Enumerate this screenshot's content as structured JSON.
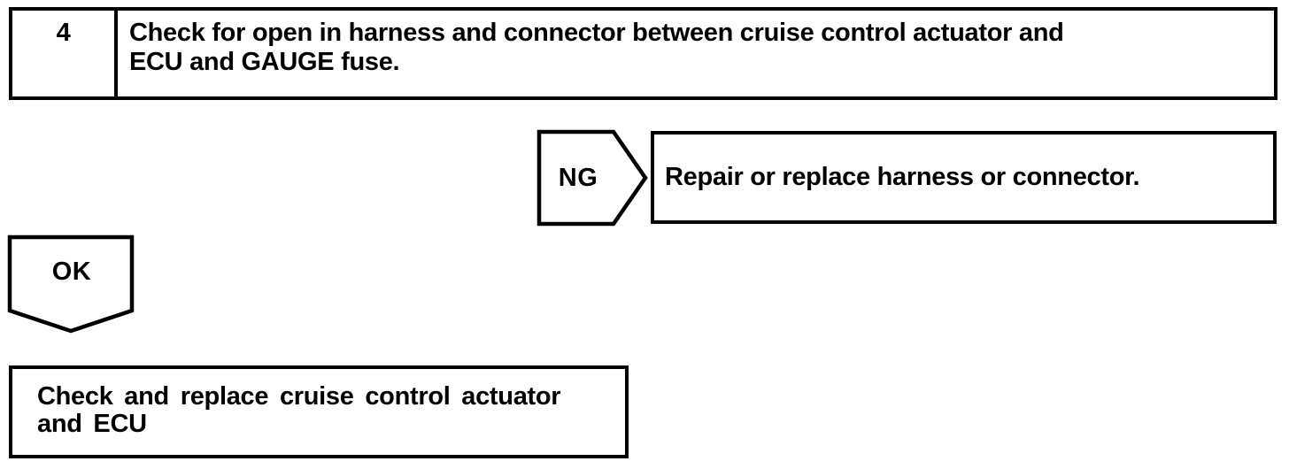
{
  "page": {
    "background": "#ffffff",
    "ink": "#000000"
  },
  "flowchart": {
    "step_box": {
      "number": "4",
      "instruction_lines": [
        "Check for open in harness and connector between cruise control actuator and",
        "ECU and GAUGE fuse."
      ]
    },
    "ng_branch": {
      "connector_label": "NG",
      "result_text": "Repair or replace harness or connector."
    },
    "ok_branch": {
      "connector_label": "OK",
      "result_lines": [
        "Check and replace cruise control actuator",
        "and ECU"
      ]
    }
  }
}
